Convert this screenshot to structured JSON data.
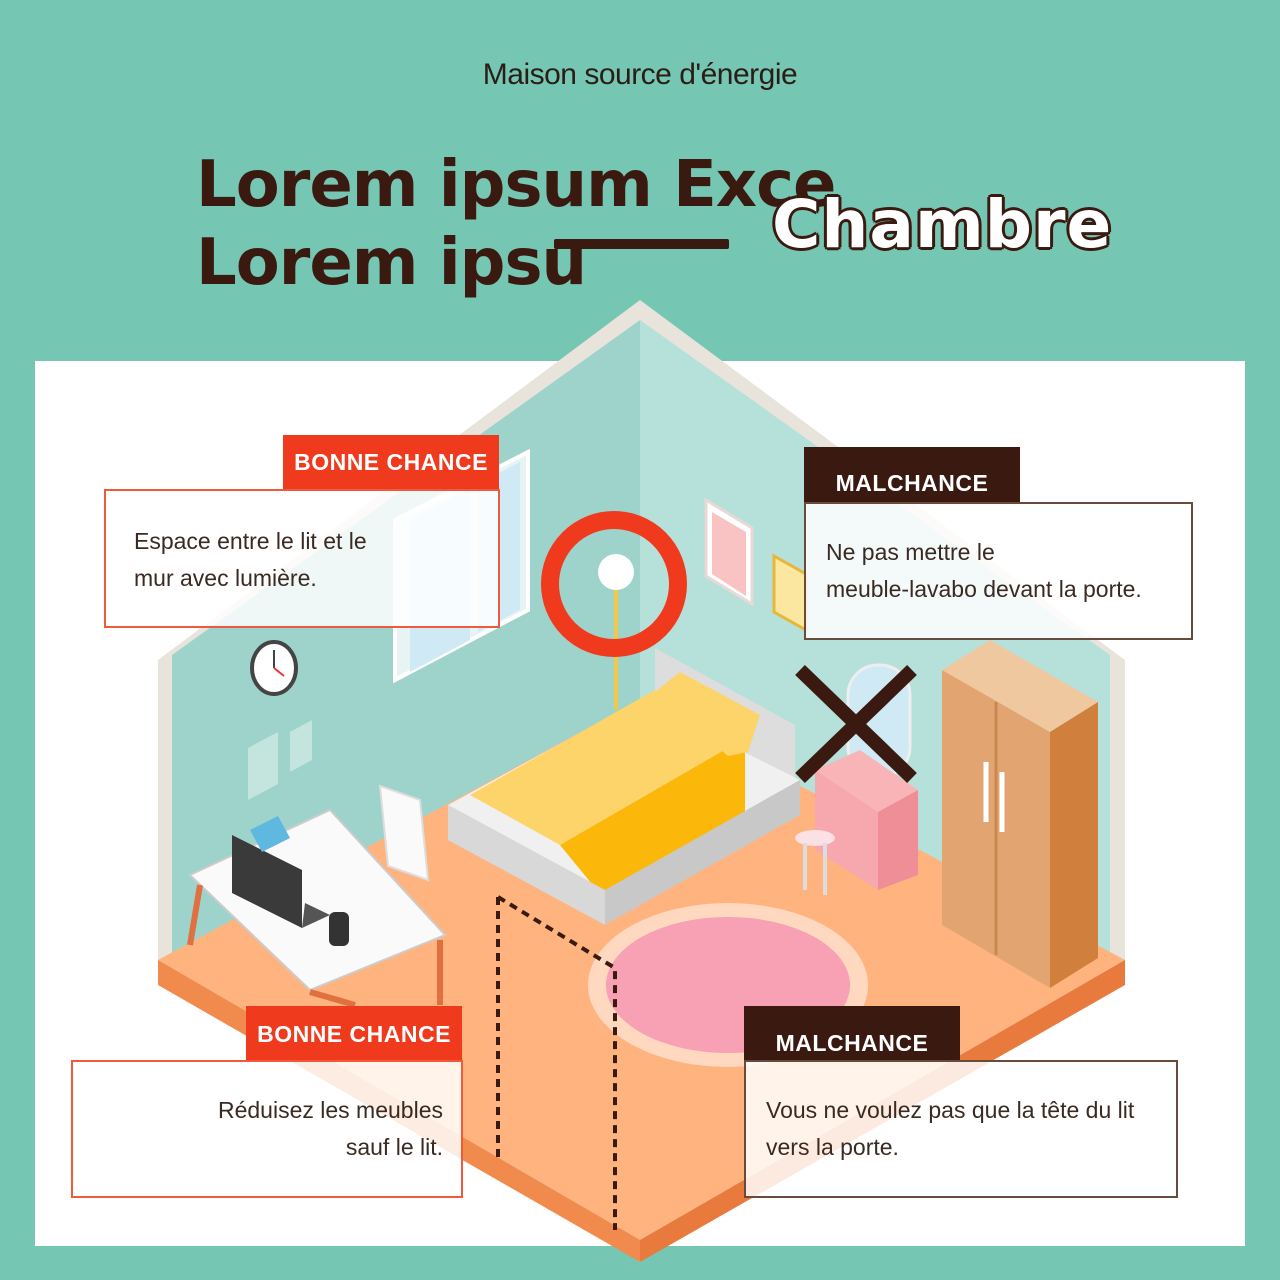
{
  "header": {
    "subtitle": "Maison source d'énergie",
    "headline_line1": "Lorem ipsum Exce",
    "headline_line2": "Lorem ipsu",
    "room_title": "Chambre"
  },
  "callouts": [
    {
      "tag": "BONNE CHANCE",
      "text_line1": "Espace entre le lit et le",
      "text_line2": "mur avec lumière."
    },
    {
      "tag": "MALCHANCE",
      "text_line1": "Ne pas mettre le",
      "text_line2": "meuble-lavabo devant la porte."
    },
    {
      "tag": "BONNE CHANCE",
      "text_line1": "Réduisez les meubles",
      "text_line2": "sauf le lit."
    },
    {
      "tag": "MALCHANCE",
      "text_line1": "Vous ne voulez pas que la tête du lit",
      "text_line2": "vers la porte."
    }
  ],
  "colors": {
    "background": "#75c6b3",
    "good": "#ef3a1d",
    "bad": "#3a1a10",
    "floor": "#ffb37f",
    "wall": "#9ed3cb",
    "bed_cover": "#fcd46a"
  },
  "icons": [
    "clock-icon",
    "lamp-icon",
    "cross-mark-icon",
    "laptop-icon"
  ]
}
